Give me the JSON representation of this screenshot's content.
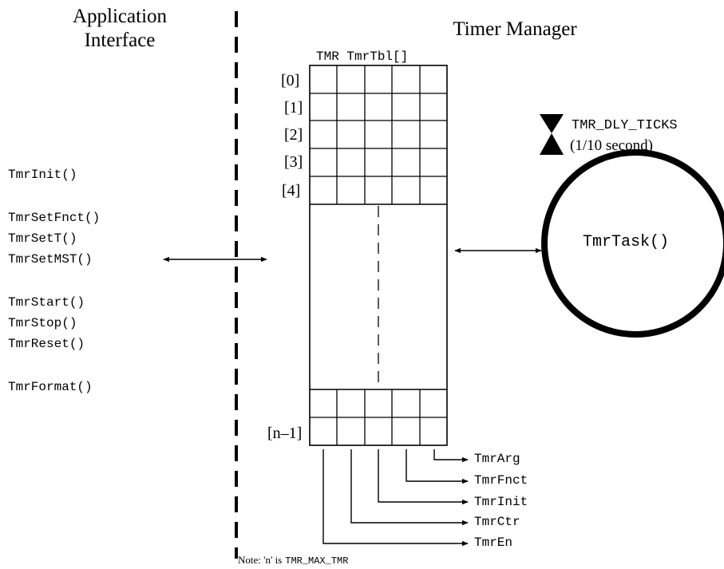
{
  "left_heading": {
    "line1": "Application",
    "line2": "Interface"
  },
  "right_heading": "Timer Manager",
  "table_label": "TMR TmrTbl[]",
  "row_labels": [
    "[0]",
    "[1]",
    "[2]",
    "[3]",
    "[4]",
    "[n–1]"
  ],
  "api_functions": [
    "TmrInit()",
    "TmrSetFnct()",
    "TmrSetT()",
    "TmrSetMST()",
    "TmrStart()",
    "TmrStop()",
    "TmrReset()",
    "TmrFormat()"
  ],
  "task": {
    "name": "TmrTask()",
    "tick_name": "TMR_DLY_TICKS",
    "tick_period": "(1/10 second)"
  },
  "fields": [
    "TmrArg",
    "TmrFnct",
    "TmrInit",
    "TmrCtr",
    "TmrEn"
  ],
  "note": {
    "prefix": "Note: 'n' is",
    "value": "TMR_MAX_TMR"
  }
}
